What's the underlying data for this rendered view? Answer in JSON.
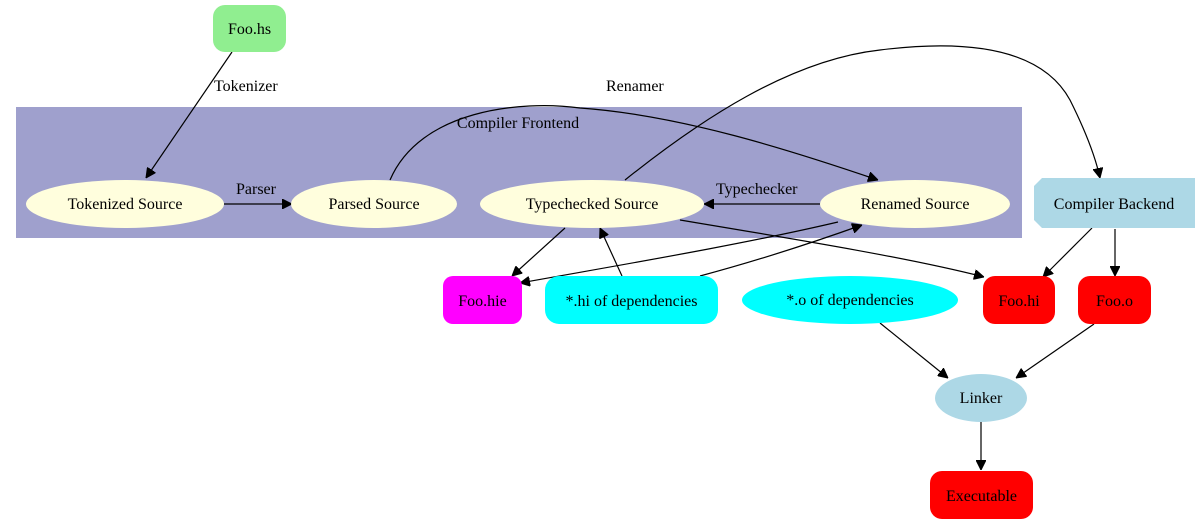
{
  "colors": {
    "cluster_fill": "#9fa0cd",
    "source_file": "#90ee90",
    "stage_node": "#fffedd",
    "hie_node": "#ff00ff",
    "deps_node": "#00ffff",
    "output_node": "#ff0000",
    "tool_node": "#add8e6"
  },
  "cluster": {
    "label": "Compiler Frontend"
  },
  "nodes": {
    "foo_hs": "Foo.hs",
    "tokenized_source": "Tokenized Source",
    "parsed_source": "Parsed Source",
    "typechecked_source": "Typechecked Source",
    "renamed_source": "Renamed Source",
    "compiler_backend": "Compiler Backend",
    "foo_hie": "Foo.hie",
    "hi_deps": "*.hi of dependencies",
    "o_deps": "*.o of dependencies",
    "foo_hi": "Foo.hi",
    "foo_o": "Foo.o",
    "linker": "Linker",
    "executable": "Executable"
  },
  "edge_labels": {
    "tokenizer": "Tokenizer",
    "parser": "Parser",
    "renamer": "Renamer",
    "typechecker": "Typechecker"
  }
}
